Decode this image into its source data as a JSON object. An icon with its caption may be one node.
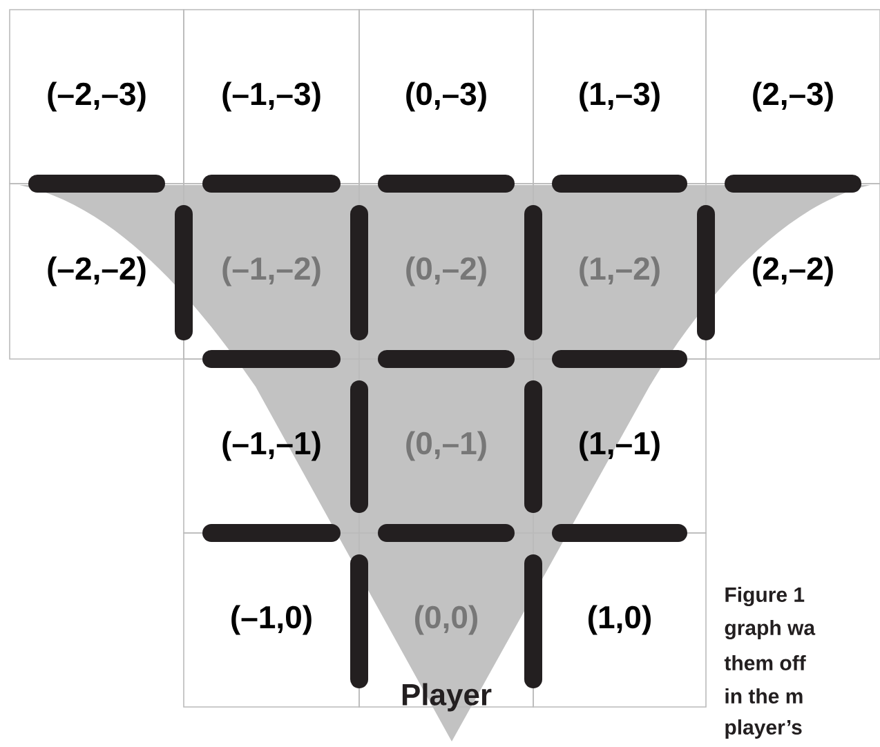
{
  "diagram": {
    "nodes": [
      {
        "text": [
          "(–2,–3)"
        ]
      },
      {
        "text": [
          "(–1,–3)"
        ]
      },
      {
        "text": [
          "(0,–3)"
        ]
      },
      {
        "text": [
          "(1,–3)"
        ]
      },
      {
        "text": [
          "(2,–3)"
        ]
      },
      {
        "text": [
          "(–2,–2)"
        ]
      },
      {
        "text": [
          "(–1,–2)"
        ]
      },
      {
        "text": [
          "(0,–2)"
        ]
      },
      {
        "text": [
          "(1,–2)"
        ]
      },
      {
        "text": [
          "(2,–2)"
        ]
      },
      {
        "text": [
          "(–1,–1)"
        ]
      },
      {
        "text": [
          "(0,–1)"
        ]
      },
      {
        "text": [
          "(1,–1)"
        ]
      },
      {
        "text": [
          "(–1,0)"
        ]
      },
      {
        "text": [
          "(0,0)"
        ]
      },
      {
        "text": [
          "(1,0)"
        ]
      }
    ],
    "labels": [
      "Player",
      "Figure 1",
      "graph wa",
      "them off",
      "in the m",
      "player’s"
    ]
  }
}
